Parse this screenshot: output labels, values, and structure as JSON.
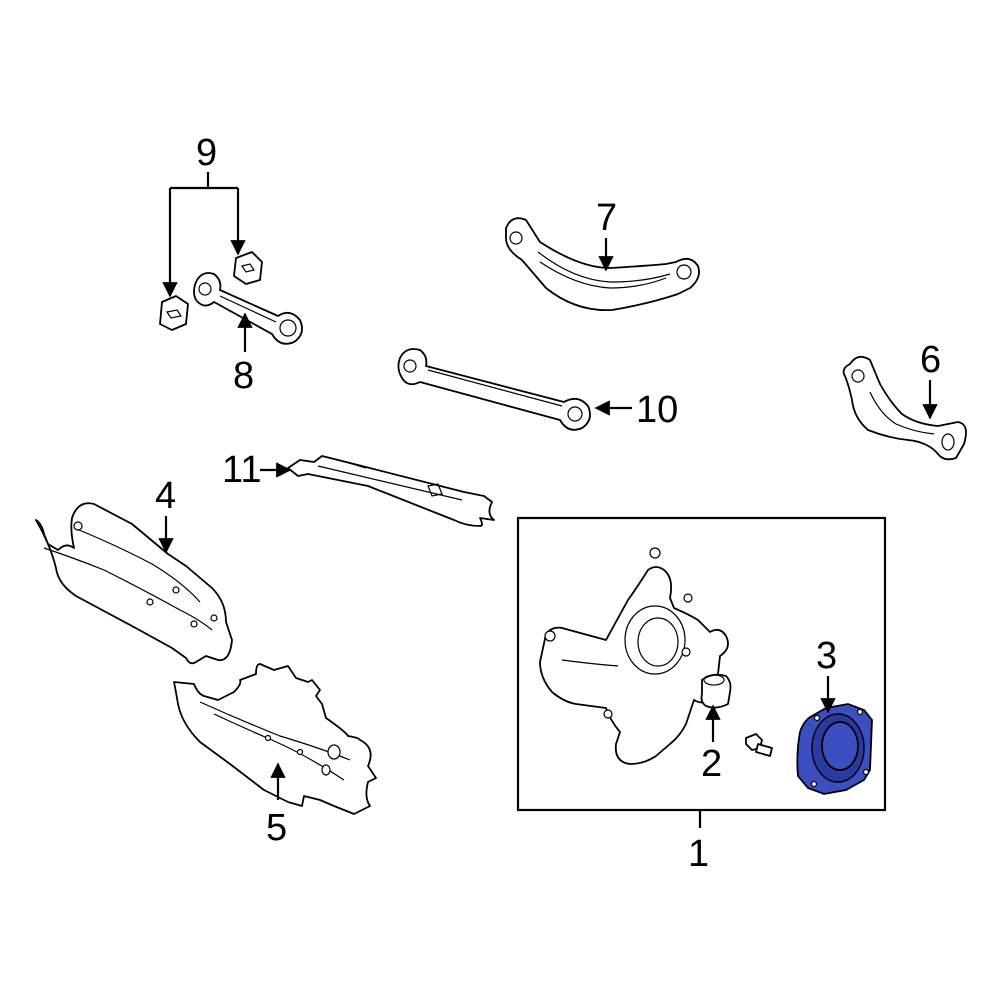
{
  "diagram": {
    "highlight_color": "#3b4fc2",
    "labels": {
      "l1": "1",
      "l2": "2",
      "l3": "3",
      "l4": "4",
      "l5": "5",
      "l6": "6",
      "l7": "7",
      "l8": "8",
      "l9": "9",
      "l10": "10",
      "l11": "11"
    }
  }
}
